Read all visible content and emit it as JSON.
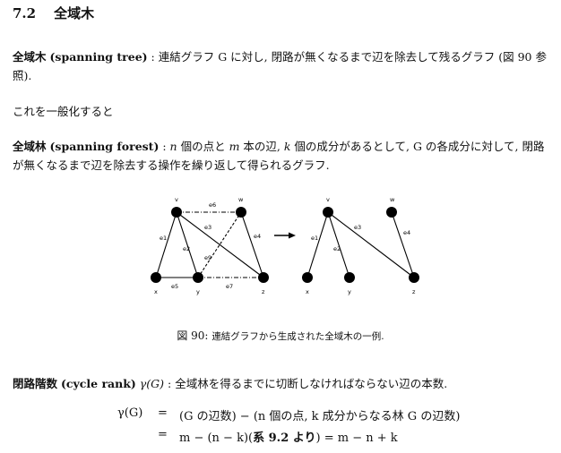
{
  "section": {
    "number": "7.2",
    "title": "全域木"
  },
  "def_tree": {
    "term": "全域木",
    "english": "(spanning tree)",
    "colon": " : ",
    "line1": "連結グラフ G に対し, 閉路が無くなるまで辺を除去して残るグラフ (図 90 参",
    "line2": "照)."
  },
  "generalize": "これを一般化すると",
  "def_forest": {
    "term": "全域林",
    "english": "(spanning forest)",
    "colon": " : ",
    "n": "n",
    "t1": " 個の点と ",
    "m": "m",
    "t2": " 本の辺, ",
    "k": "k",
    "t3": " 個の成分があるとして, G の各成分に対して, 閉路",
    "line2": "が無くなるまで辺を除去する操作を繰り返して得られるグラフ."
  },
  "figure": {
    "caption_num": "図 90:",
    "caption_text": "連結グラフから生成された全域木の一例.",
    "left": {
      "vertices": {
        "v": "v",
        "w": "w",
        "x": "x",
        "y": "y",
        "z": "z"
      },
      "edges": {
        "e1": "e1",
        "e2": "e2",
        "e3": "e3",
        "e4": "e4",
        "e5": "e5",
        "e6": "e6",
        "e7": "e7",
        "e9": "e9"
      }
    },
    "right": {
      "vertices": {
        "v": "v",
        "w": "w",
        "x": "x",
        "y": "y",
        "z": "z"
      },
      "edges": {
        "e1": "e1",
        "e2": "e2",
        "e3": "e3",
        "e4": "e4"
      }
    }
  },
  "cycle_rank": {
    "term": "閉路階数",
    "english": "(cycle rank)",
    "symbol": "γ(G)",
    "colon": " : ",
    "text": "全域林を得るまでに切断しなければならない辺の本数."
  },
  "equation": {
    "lhs": "γ(G)",
    "eq": "=",
    "rhs1": "(G の辺数) − (n 個の点, k 成分からなる林 G の辺数)",
    "rhs2_a": "m − (n − k)(",
    "rhs2_b": "系 9.2 より",
    "rhs2_c": ") = m − n + k"
  }
}
